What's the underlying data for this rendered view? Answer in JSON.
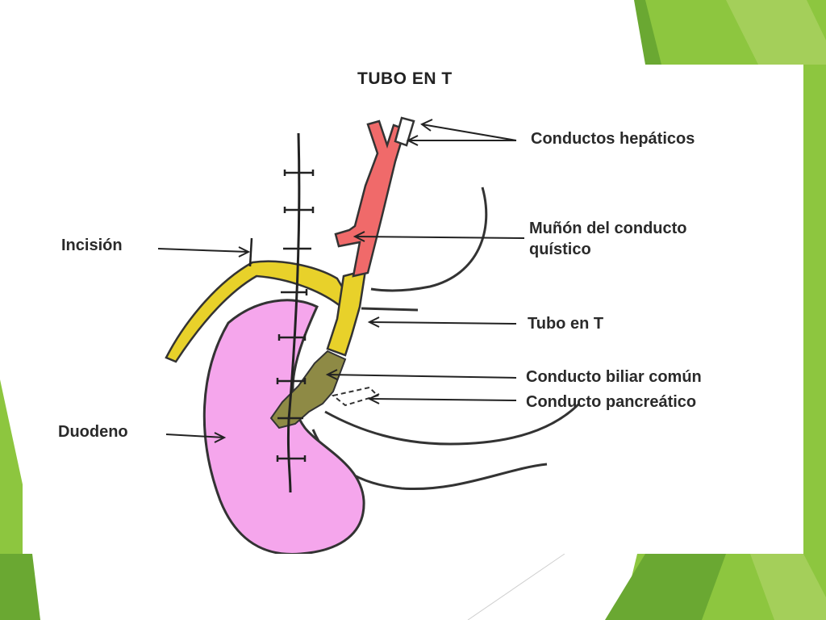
{
  "slide": {
    "accent_colors": [
      "#8dc63f",
      "#6aa832",
      "#a4cf5a"
    ]
  },
  "diagram": {
    "title": "TUBO EN T",
    "labels": {
      "hepatic_ducts": "Conductos hepáticos",
      "cystic_stump_line1": "Muñón del conducto",
      "cystic_stump_line2": "quístico",
      "t_tube": "Tubo en T",
      "incision": "Incisión",
      "common_bile_duct": "Conducto biliar común",
      "pancreatic_duct": "Conducto pancreático",
      "duodenum": "Duodeno"
    },
    "colors": {
      "hepatic_ducts": "#f06a6a",
      "t_tube": "#e8d12a",
      "common_bile_duct": "#8e8a45",
      "duodenum": "#f5a6ec"
    }
  }
}
